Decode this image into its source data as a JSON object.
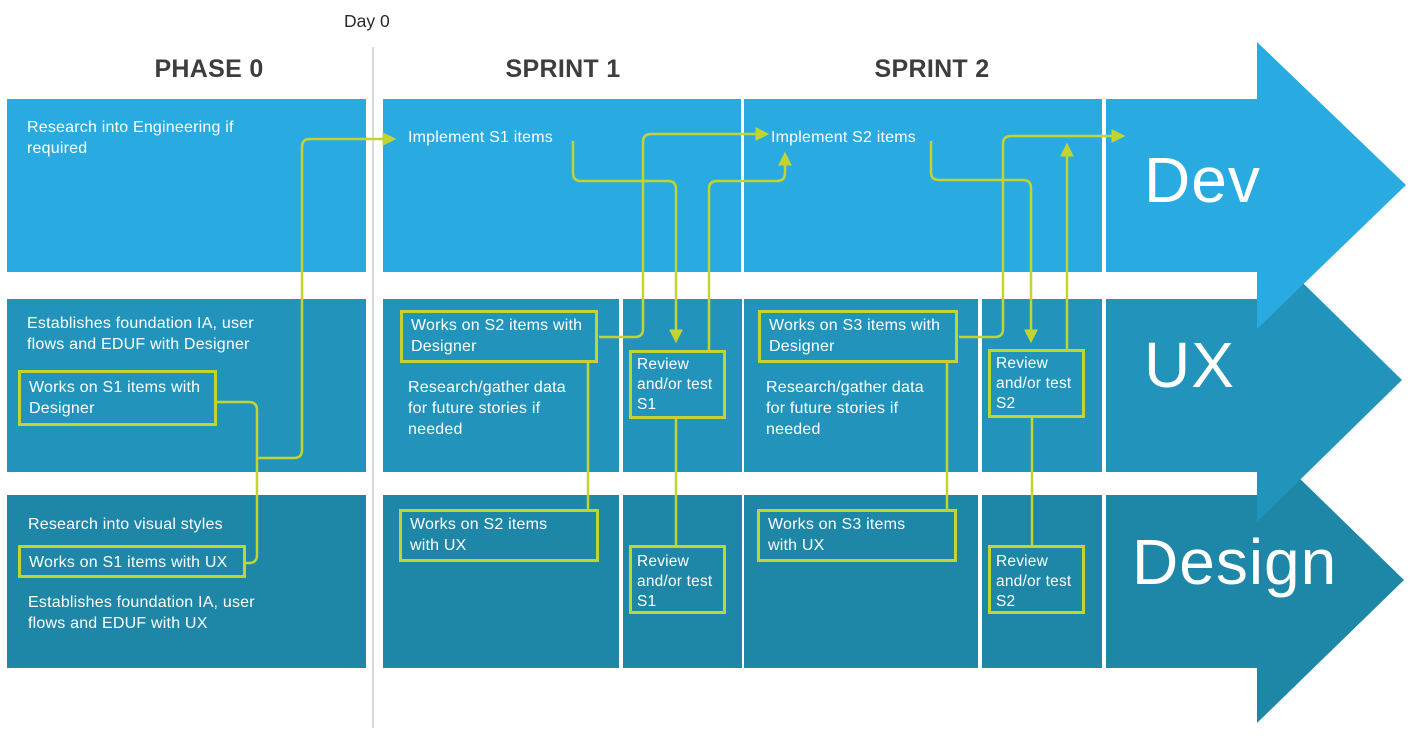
{
  "timeline": {
    "day0_label": "Day 0"
  },
  "headers": {
    "phase0": "PHASE 0",
    "sprint1": "SPRINT 1",
    "sprint2": "SPRINT 2"
  },
  "colors": {
    "dev_blue": "#29abe2",
    "ux_teal": "#2294bc",
    "design_teal": "#1e86a6",
    "connector_lime": "#c3d430",
    "header_gray": "#3d3d3d",
    "day0_line_gray": "#d9d9d9"
  },
  "dev": {
    "label": "Dev",
    "phase0_text": "Research into Engineering if\nrequired",
    "sprint1_text": "Implement S1 items",
    "sprint2_text": "Implement S2 items"
  },
  "ux": {
    "label": "UX",
    "phase0_text": "Establishes foundation IA, user\nflows and EDUF with Designer",
    "phase0_box": "Works on S1 items with\nDesigner",
    "sprint1_box": "Works on S2 items with\nDesigner",
    "sprint1_text": "Research/gather data\nfor future stories if\nneeded",
    "sprint1_review": "Review\nand/or test\nS1",
    "sprint2_box": "Works on S3 items with\nDesigner",
    "sprint2_text": "Research/gather data\nfor future stories if\nneeded",
    "sprint2_review": "Review\nand/or test\nS2"
  },
  "design": {
    "label": "Design",
    "phase0_text1": "Research into visual styles",
    "phase0_box": "Works on S1 items with UX",
    "phase0_text2": "Establishes foundation IA, user\nflows and EDUF with UX",
    "sprint1_box": "Works on S2 items\nwith UX",
    "sprint1_review": "Review\nand/or test\nS1",
    "sprint2_box": "Works on S3 items\nwith UX",
    "sprint2_review": "Review\nand/or test\nS2"
  }
}
